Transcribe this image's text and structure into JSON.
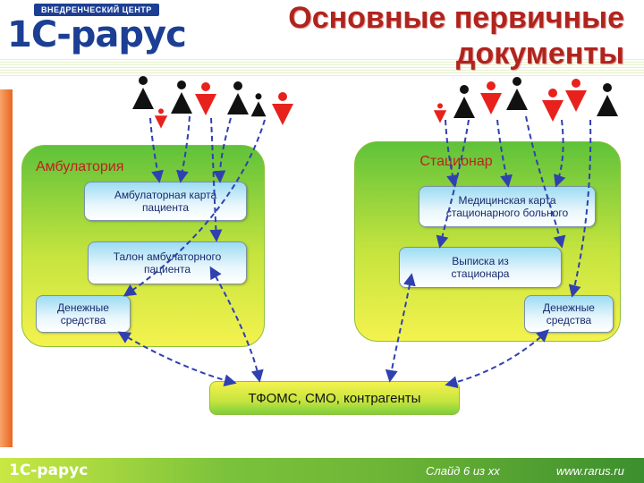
{
  "header": {
    "logo_tag": "ВНЕДРЕНЧЕСКИЙ ЦЕНТР",
    "logo_text": "1С-рарус",
    "title_line1": "Основные первичные",
    "title_line2": "документы"
  },
  "regions": {
    "outpatient": "Амбулатория",
    "inpatient": "Стационар"
  },
  "documents": {
    "amb_card": [
      "Амбулаторная карта",
      "пациента"
    ],
    "amb_talon": [
      "Талон амбулаторного",
      "пациента"
    ],
    "st_card": [
      "Медицинская карта",
      "стационарного больного"
    ],
    "st_extract": [
      "Выписка из",
      "стационара"
    ],
    "money_left": [
      "Денежные",
      "средства"
    ],
    "money_right": [
      "Денежные",
      "средства"
    ]
  },
  "funds": "ТФОМС, СМО, контрагенты",
  "footer": {
    "logo": "1С-рарус",
    "slide": "Слайд 6 из хх",
    "url": "www.rarus.ru"
  },
  "colors": {
    "title": "#b0241e",
    "person_red": "#e8211d",
    "person_black": "#111111",
    "arrow": "#3040b0"
  }
}
